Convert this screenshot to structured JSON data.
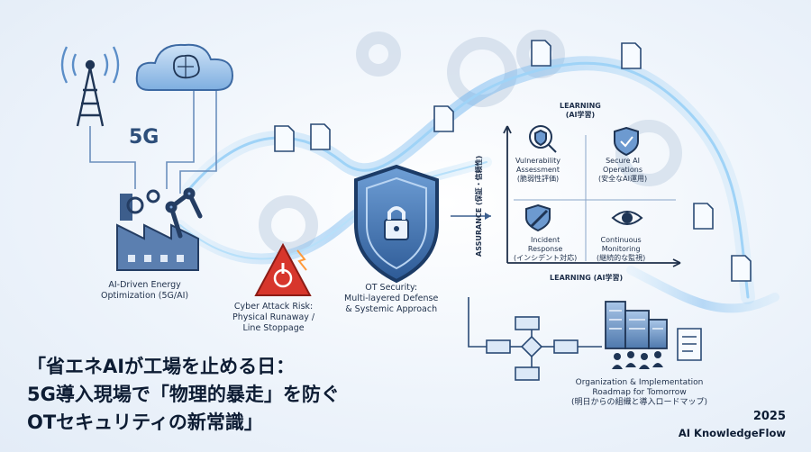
{
  "network": {
    "label_5g": "5G"
  },
  "factory": {
    "line1": "AI-Driven Energy",
    "line2": "Optimization (5G/AI)"
  },
  "risk": {
    "line1": "Cyber Attack Risk:",
    "line2": "Physical Runaway /",
    "line3": "Line Stoppage"
  },
  "shield": {
    "line1": "OT Security:",
    "line2": "Multi-layered Defense",
    "line3": "& Systemic Approach"
  },
  "matrix": {
    "top_label": "LEARNING",
    "top_label_jp": "(AI学習)",
    "bottom_label": "LEARNING (AI学習)",
    "y_label": "ASSURANCE (保証・信頼性)",
    "quadrants": [
      {
        "l1": "Vulnerability",
        "l2": "Assessment",
        "l3": "(脆弱性評価)",
        "icon": "shield-search-icon"
      },
      {
        "l1": "Secure AI",
        "l2": "Operations",
        "l3": "(安全なAI運用)",
        "icon": "shield-check-icon"
      },
      {
        "l1": "Incident",
        "l2": "Response",
        "l3": "(インシデント対応)",
        "icon": "wrench-shield-icon"
      },
      {
        "l1": "Continuous",
        "l2": "Monitoring",
        "l3": "(継続的な監視)",
        "icon": "eye-icon"
      }
    ]
  },
  "organization": {
    "line1": "Organization & Implementation",
    "line2": "Roadmap for Tomorrow",
    "line3": "(明日からの組織と導入ロードマップ)"
  },
  "headline": {
    "line1": "「省エネAIが工場を止める日：",
    "line2": "5G導入現場で「物理的暴走」を防ぐ",
    "line3": "OTセキュリティの新常識」"
  },
  "footer": {
    "year": "2025",
    "brand": "AI KnowledgeFlow"
  }
}
